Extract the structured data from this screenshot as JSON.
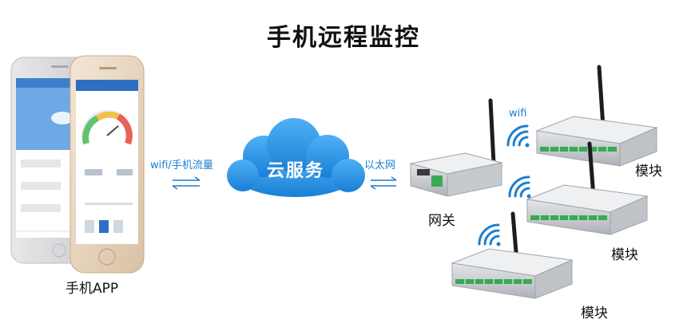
{
  "title": "手机远程监控",
  "labels": {
    "phone_app": "手机APP",
    "wifi_mobile": "wifi/手机流量",
    "cloud": "云服务",
    "ethernet": "以太网",
    "gateway": "网关",
    "wifi": "wifi",
    "modules": [
      "模块",
      "模块",
      "模块"
    ]
  },
  "colors": {
    "cloud": "#1f8ee6",
    "link": "#1c7fd0",
    "device_body": "#c9ccd0",
    "terminal": "#3aa856"
  },
  "icons": [
    "phone-icon",
    "cloud-icon",
    "gateway-device-icon",
    "antenna-icon",
    "wifi-signal-icon",
    "io-module-icon",
    "bidirectional-arrow-icon"
  ]
}
